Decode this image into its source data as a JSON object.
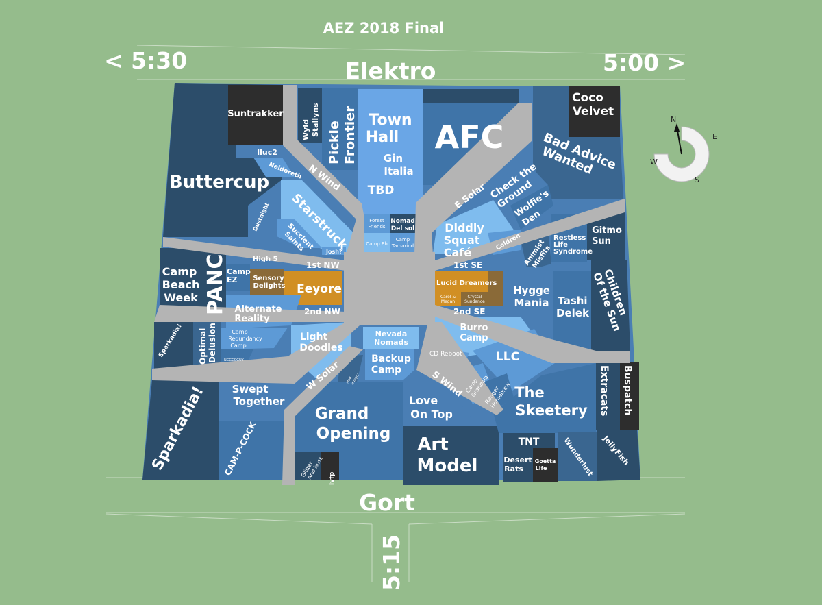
{
  "title": "AEZ 2018   Final",
  "streets": {
    "top": "Elektro",
    "bottom": "Gort",
    "left_time": "< 5:30",
    "right_time": "5:00 >",
    "bottom_time": "5:15",
    "n_wind": "N Wind",
    "e_solar": "E Solar",
    "w_solar": "W Solar",
    "s_wind": "S Wind",
    "first_nw": "1st NW",
    "second_nw": "2nd NW",
    "first_se": "1st SE",
    "second_se": "2nd SE"
  },
  "compass": {
    "n": "N",
    "e": "E",
    "s": "S",
    "w": "W"
  },
  "colors": {
    "background": "#95bc8c",
    "road": "#b4b4b4",
    "navy": "#2c4d6a",
    "mid_blue": "#3f74a8",
    "light_blue": "#5d9ad6",
    "pale_blue": "#7fbcee",
    "orange": "#d18f24",
    "olive": "#8a6a38",
    "black": "#2d2d2d"
  },
  "camps": {
    "buttercup": "Buttercup",
    "suntrakker": "Suntrakker",
    "iluc2": "Iluc2",
    "neldoreth": "Neldoreth",
    "wyld_stallyns": [
      "Wyld",
      "Stallyns"
    ],
    "pickle_frontier": [
      "Pickle",
      "Frontier"
    ],
    "town_hall": [
      "Town",
      "Hall"
    ],
    "gin_italia": [
      "Gin",
      "Italia"
    ],
    "tbd": "TBD",
    "afc": "AFC",
    "coco_velvet": [
      "Coco",
      "Velvet"
    ],
    "bad_advice": [
      "Bad Advice",
      "Wanted"
    ],
    "check_ground": [
      "Check the",
      "Ground"
    ],
    "wolfies_den": [
      "Wolfie's",
      "Den"
    ],
    "starstruck": "Starstruck",
    "dustnight": "Dustnight",
    "succulent_saints": [
      "Succlent",
      "Saints"
    ],
    "josh": "Josh?",
    "forest_friends": [
      "Forest",
      "Friends"
    ],
    "nomad_del_sol": [
      "Nomad",
      "Del sol"
    ],
    "camp_eh": "Camp Eh",
    "camp_tamarind": [
      "Camp",
      "Tamarind"
    ],
    "diddly_squat": [
      "Diddly",
      "Squat",
      "Café"
    ],
    "coldren": "Coldren",
    "restless_life": [
      "Restless",
      "Life",
      "Syndrome"
    ],
    "gitmo_sun": [
      "Gitmo",
      "Sun"
    ],
    "animist_misfits": [
      "Animist",
      "Misfits"
    ],
    "camp_beach_week": [
      "Camp",
      "Beach",
      "Week"
    ],
    "panc": "PANC",
    "camp_ez": [
      "Camp",
      "EZ"
    ],
    "high5": "High 5",
    "sensory_delights": [
      "Sensory",
      "Delights"
    ],
    "eeyore": "Eeyore",
    "alternate_reality": [
      "Alternate",
      "Reality"
    ],
    "lucid_dreamers": "Lucid Dreamers",
    "carol_megan": [
      "Carol &",
      "Megan"
    ],
    "crystal_sundance": [
      "Crystal",
      "Sundance"
    ],
    "hygge_mania": [
      "Hygge",
      "Mania"
    ],
    "tashi_delek": [
      "Tashi",
      "Delek"
    ],
    "children_sun": [
      "Children",
      "Of the Sun"
    ],
    "sparkadia_small": "Sparkadia!",
    "optimal_delusion": [
      "Optimal",
      "Delusion"
    ],
    "camp_redundancy": [
      "Camp",
      "Redundancy",
      "Camp"
    ],
    "ncgcc": "NCGCCGUY",
    "light_doodles": [
      "Light",
      "Doodles"
    ],
    "nevada_nomads": [
      "Nevada",
      "Nomads"
    ],
    "burro_camp": [
      "Burro",
      "Camp"
    ],
    "backup_camp": [
      "Backup",
      "Camp"
    ],
    "cd_reboot": "CD Reboot",
    "llc": "LLC",
    "mad_hungry": [
      "Mad",
      "Hungry"
    ],
    "camp_grandola": [
      "Camp",
      "Grandola"
    ],
    "ranger_homebrew": [
      "Ranger",
      "Homebrew"
    ],
    "sparkadia_big": "Sparkadia!",
    "swept_together": [
      "Swept",
      "Together"
    ],
    "cam_p_cock": "CAM-P-COCK",
    "grand_opening": [
      "Grand",
      "Opening"
    ],
    "glitter_rust": [
      "Glitter",
      "And Rust"
    ],
    "lvfp": "lvfp",
    "love_on_top": [
      "Love",
      "On Top"
    ],
    "art_model": [
      "Art",
      "Model"
    ],
    "the_skeetery": [
      "The",
      "Skeetery"
    ],
    "extracats": "Extracats",
    "buspatch": "Buspatch",
    "tnt": "TNT",
    "desert_rats": [
      "Desert",
      "Rats"
    ],
    "goetta_life": [
      "Goetta",
      "Life"
    ],
    "wunderlust": "Wunderlust",
    "jellyfish": "JellyFish"
  }
}
